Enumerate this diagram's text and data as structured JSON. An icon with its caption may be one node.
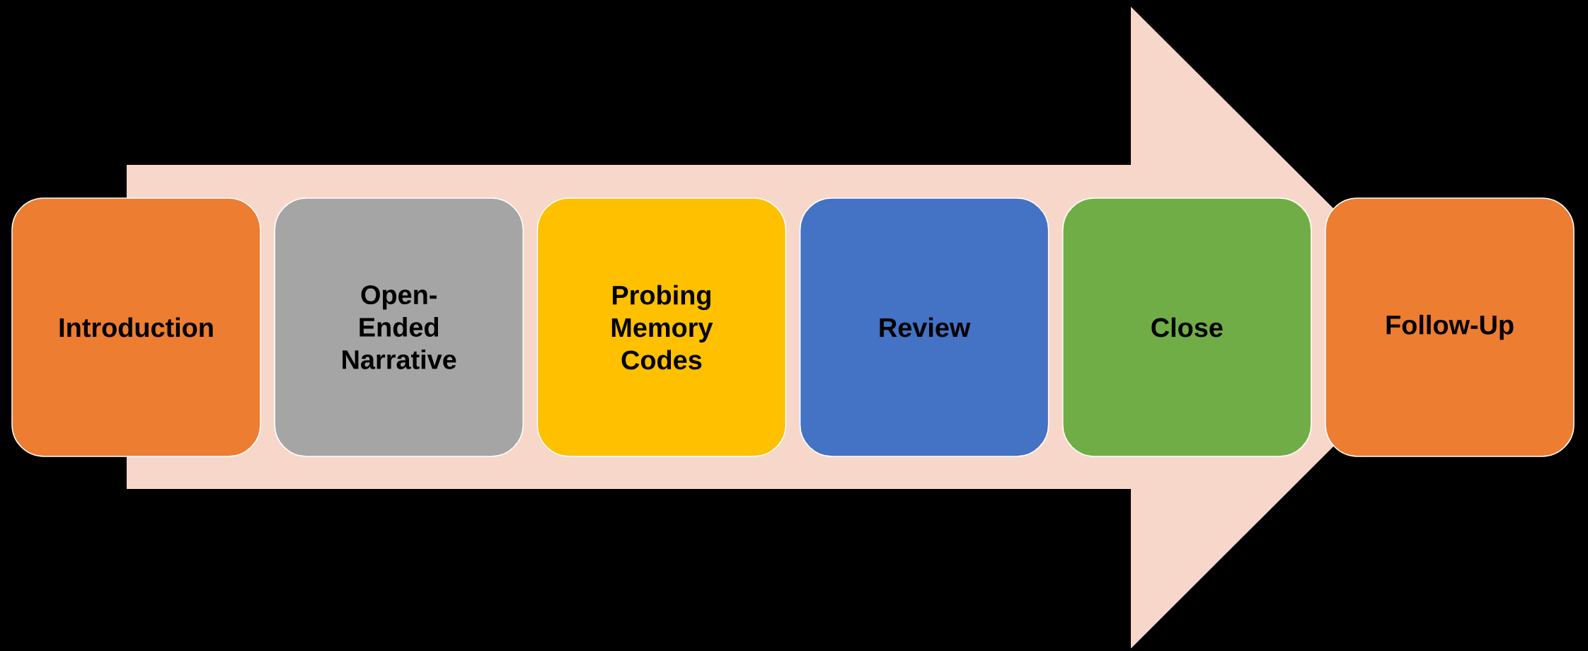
{
  "diagram": {
    "nodes": [
      {
        "text": [
          "Introduction"
        ]
      },
      {
        "text": [
          "Open-Ended Narrative"
        ]
      },
      {
        "text": [
          "Probing Memory Codes"
        ]
      },
      {
        "text": [
          "Review"
        ]
      },
      {
        "text": [
          "Close"
        ]
      },
      {
        "text": [
          "Follow-Up"
        ]
      }
    ],
    "edges": [
      {
        "from": 0,
        "to": 5,
        "arrow": "to"
      }
    ]
  }
}
